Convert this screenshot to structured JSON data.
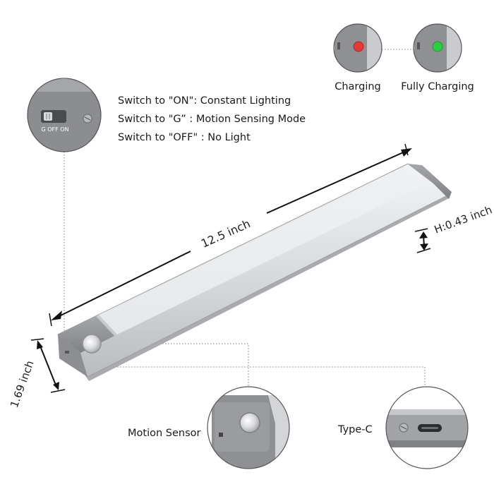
{
  "switch_modes": {
    "on": "Switch to \"ON\": Constant Lighting",
    "g": "Switch to \"G”  : Motion Sensing Mode",
    "off": "Switch to \"OFF\" : No Light"
  },
  "switch_labels": "G OFF ON",
  "indicators": {
    "charging": {
      "label": "Charging",
      "color": "#e53935"
    },
    "full": {
      "label": "Fully Charging",
      "color": "#2ecc40"
    }
  },
  "dimensions": {
    "length": "12.5 inch",
    "height": "H:0.43 inch",
    "width": "1.69 inch"
  },
  "callouts": {
    "motion_sensor": "Motion Sensor",
    "type_c": "Type-C"
  },
  "colors": {
    "body": "#d7d9dc",
    "cap": "#8e9094",
    "dashed": "#7a7a7a"
  }
}
